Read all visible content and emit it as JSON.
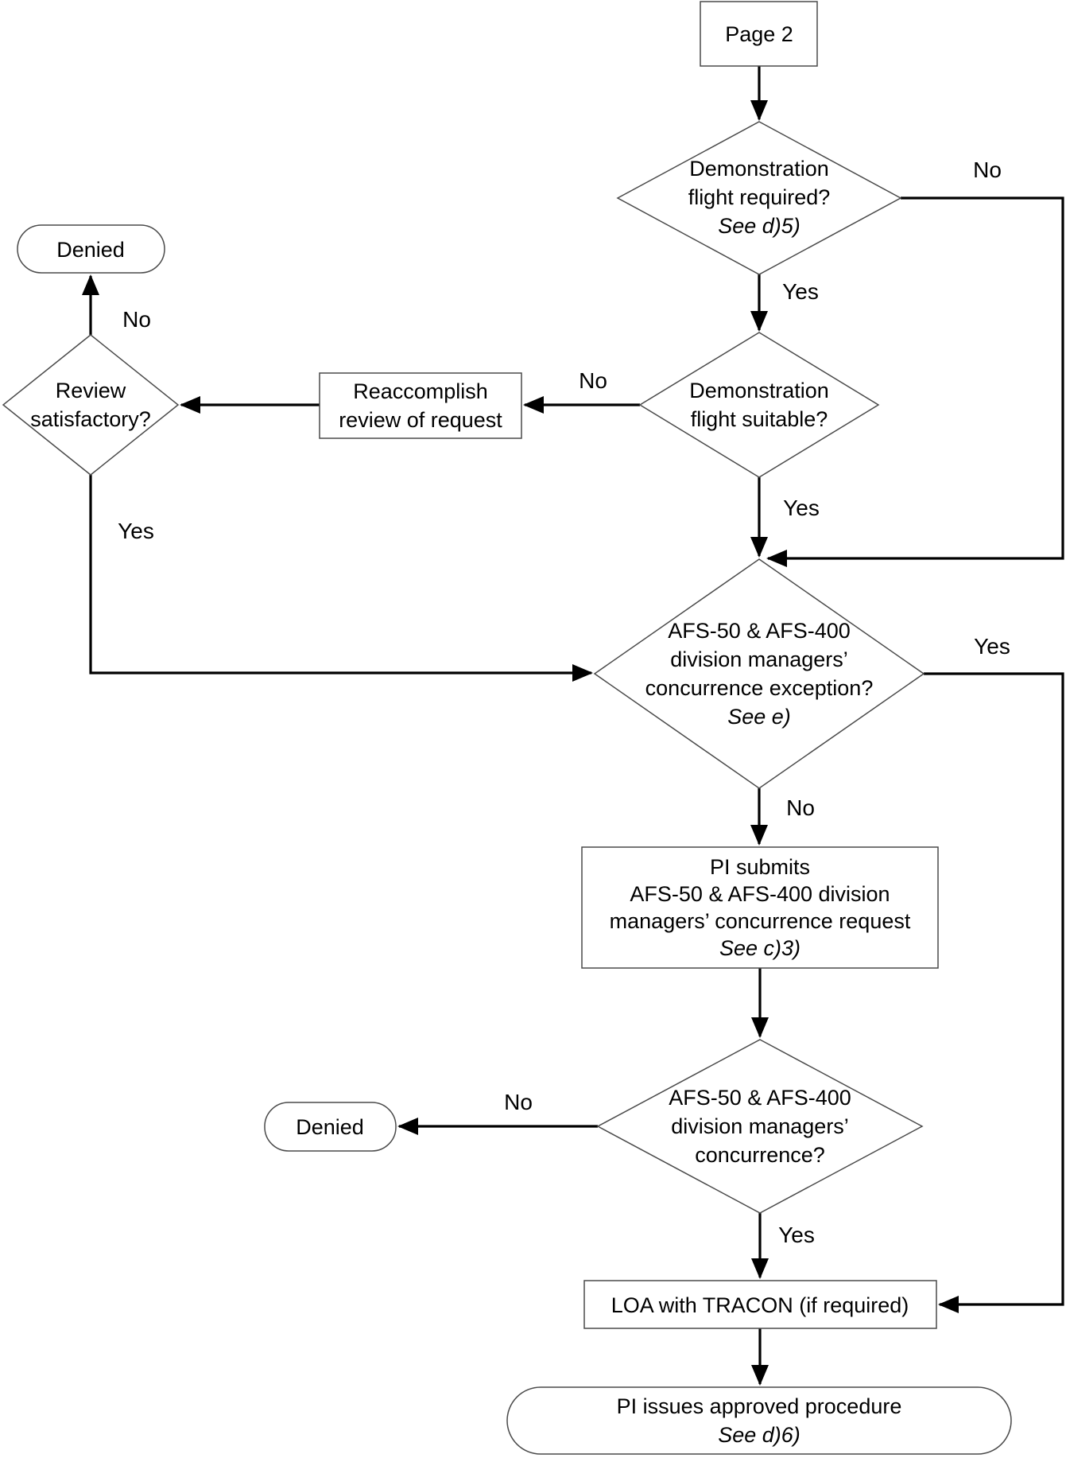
{
  "page": {
    "background": "#ffffff",
    "connector_color": "#000000",
    "shape_border_color": "#4a4a4a",
    "text_color": "#000000"
  },
  "nodes": {
    "page2": {
      "label": "Page 2"
    },
    "demo_required": {
      "line1": "Demonstration",
      "line2": "flight required?",
      "note": "See d)5)"
    },
    "demo_suitable": {
      "line1": "Demonstration",
      "line2": "flight suitable?"
    },
    "reaccomplish": {
      "line1": "Reaccomplish",
      "line2": "review of request"
    },
    "review_satisfactory": {
      "line1": "Review",
      "line2": "satisfactory?"
    },
    "denied_top": {
      "label": "Denied"
    },
    "concurrence_exception": {
      "line1": "AFS-50 & AFS-400",
      "line2": "division managers’",
      "line3": "concurrence exception?",
      "note": "See e)"
    },
    "pi_submits": {
      "line1": "PI submits",
      "line2": "AFS-50 & AFS-400 division",
      "line3": "managers’ concurrence request",
      "note": "See c)3)"
    },
    "concurrence": {
      "line1": "AFS-50 & AFS-400",
      "line2": "division managers’",
      "line3": "concurrence?"
    },
    "denied_bottom": {
      "label": "Denied"
    },
    "loa": {
      "label": "LOA with TRACON (if required)"
    },
    "pi_issues": {
      "line1": "PI issues approved procedure",
      "note": "See d)6)"
    }
  },
  "edge_labels": {
    "demo_required_no": "No",
    "demo_required_yes": "Yes",
    "demo_suitable_no": "No",
    "demo_suitable_yes": "Yes",
    "review_no": "No",
    "review_yes": "Yes",
    "exception_yes": "Yes",
    "exception_no": "No",
    "concurrence_no": "No",
    "concurrence_yes": "Yes"
  }
}
